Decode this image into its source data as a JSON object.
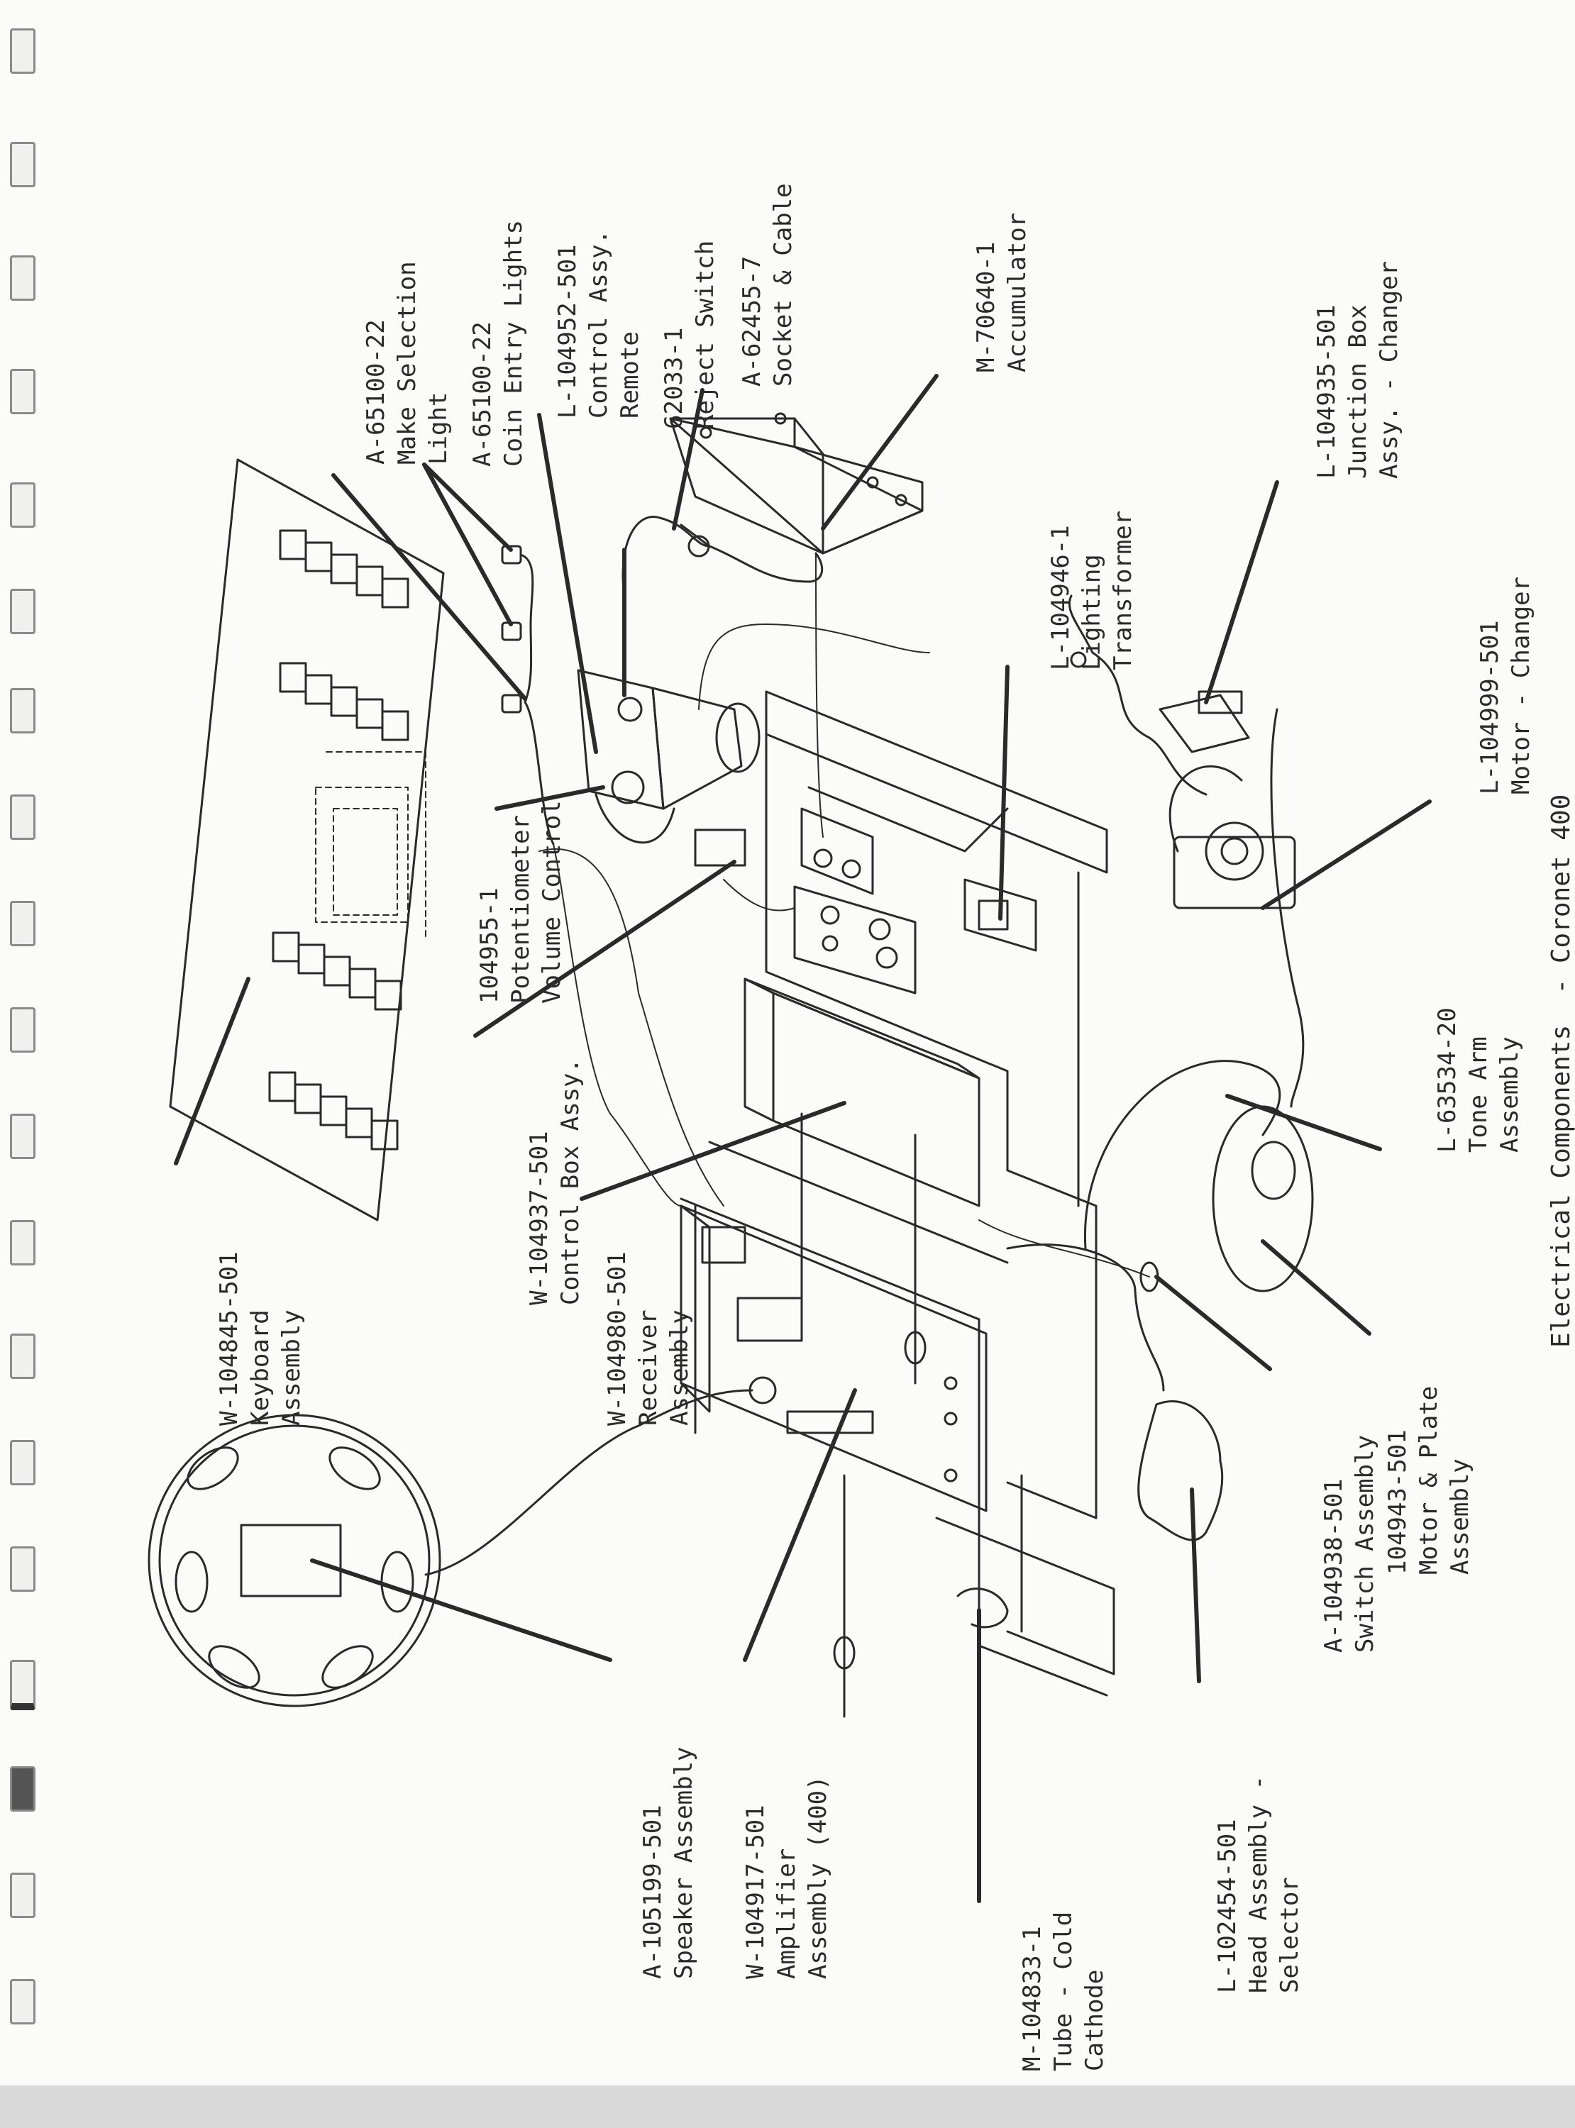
{
  "caption": "Electrical Components  - Coronet 400",
  "components": [
    {
      "id": "keyboard",
      "lines": [
        "W-104845-501",
        "Keyboard",
        "Assembly"
      ]
    },
    {
      "id": "make-selection-light",
      "lines": [
        "A-65100-22",
        "Make Selection",
        "Light"
      ]
    },
    {
      "id": "coin-entry-lights",
      "lines": [
        "A-65100-22",
        "Coin Entry Lights"
      ]
    },
    {
      "id": "control-assy-remote",
      "lines": [
        "L-104952-501",
        "Control Assy.",
        "Remote"
      ]
    },
    {
      "id": "reject-switch",
      "lines": [
        "62033-1",
        "Reject Switch"
      ]
    },
    {
      "id": "socket-cable",
      "lines": [
        "A-62455-7",
        "Socket & Cable"
      ]
    },
    {
      "id": "accumulator",
      "lines": [
        "M-70640-1",
        "Accumulator"
      ]
    },
    {
      "id": "lighting-transformer",
      "lines": [
        "L-104946-1",
        "Lighting",
        "Transformer"
      ]
    },
    {
      "id": "junction-box",
      "lines": [
        "L-104935-501",
        "Junction Box",
        "Assy. - Changer"
      ]
    },
    {
      "id": "motor-changer",
      "lines": [
        "L-104999-501",
        "Motor - Changer"
      ]
    },
    {
      "id": "tone-arm",
      "lines": [
        "L-63534-20",
        "Tone Arm",
        "Assembly"
      ]
    },
    {
      "id": "volume-control",
      "lines": [
        "104955-1",
        "Potentiometer",
        "Volume Control"
      ]
    },
    {
      "id": "control-box",
      "lines": [
        "W-104937-501",
        "Control Box Assy."
      ]
    },
    {
      "id": "receiver",
      "lines": [
        "W-104980-501",
        "Receiver",
        "Assembly"
      ]
    },
    {
      "id": "speaker",
      "lines": [
        "A-105199-501",
        "Speaker Assembly"
      ]
    },
    {
      "id": "amplifier",
      "lines": [
        "W-104917-501",
        "Amplifier",
        "Assembly (400)"
      ]
    },
    {
      "id": "tube",
      "lines": [
        "M-104833-1",
        "Tube - Cold",
        "Cathode"
      ]
    },
    {
      "id": "head-assembly",
      "lines": [
        "L-102454-501",
        "Head Assembly -",
        "Selector"
      ]
    },
    {
      "id": "switch-assembly",
      "lines": [
        "A-104938-501",
        "Switch Assembly"
      ]
    },
    {
      "id": "motor-plate",
      "lines": [
        "104943-501",
        "Motor & Plate",
        "Assembly"
      ]
    }
  ],
  "colors": {
    "ink": "#2a2a2a",
    "paper": "#fbfbf9",
    "hole": "#8a8a8a"
  }
}
